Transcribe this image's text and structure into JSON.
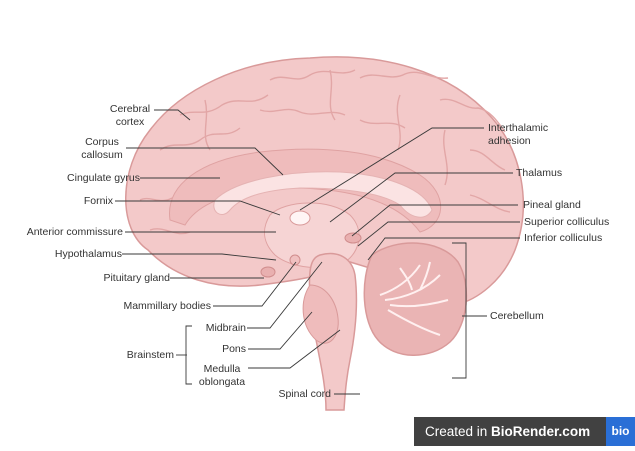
{
  "labels": {
    "cerebral_cortex": "Cerebral\ncortex",
    "corpus_callosum": "Corpus\ncallosum",
    "cingulate_gyrus": "Cingulate gyrus",
    "fornix": "Fornix",
    "anterior_commissure": "Anterior commissure",
    "hypothalamus": "Hypothalamus",
    "pituitary_gland": "Pituitary gland",
    "mammillary_bodies": "Mammillary bodies",
    "midbrain": "Midbrain",
    "pons": "Pons",
    "medulla_oblongata": "Medulla\noblongata",
    "brainstem": "Brainstem",
    "spinal_cord": "Spinal cord",
    "interthalamic_adhesion": "Interthalamic\nadhesion",
    "thalamus": "Thalamus",
    "pineal_gland": "Pineal gland",
    "superior_colliculus": "Superior colliculus",
    "inferior_colliculus": "Inferior colliculus",
    "cerebellum": "Cerebellum"
  },
  "watermark": {
    "prefix": "Created in ",
    "brand": "BioRender.com",
    "logo": "bio"
  },
  "colors": {
    "cortex": "#f3c9c9",
    "cortex_dark": "#e7aeae",
    "outline": "#d99a9a",
    "corpus_callosum": "#fbe3e3",
    "cerebellum": "#eab4b4",
    "white_matter": "#fff0f0",
    "leader_line": "#3a3a3a"
  }
}
